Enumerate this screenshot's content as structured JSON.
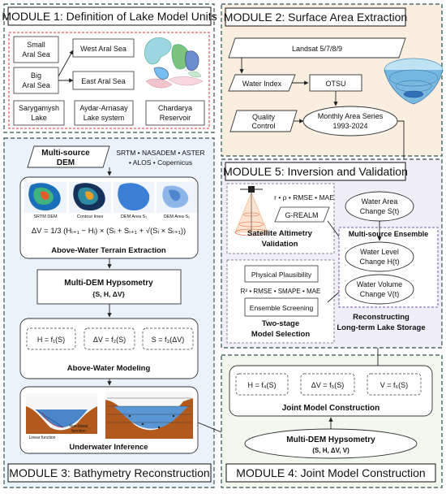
{
  "module1": {
    "title": "MODULE 1: Definition of Lake Model Units",
    "small_aral_1": "Small",
    "small_aral_2": "Aral Sea",
    "big_aral_1": "Big",
    "big_aral_2": "Aral Sea",
    "west_aral": "West Aral Sea",
    "east_aral": "East Aral Sea",
    "sarygamysh_1": "Sarygamysh",
    "sarygamysh_2": "Lake",
    "aydar_1": "Aydar-Arnasay",
    "aydar_2": "Lake  system",
    "chardarya_1": "Chardarya",
    "chardarya_2": "Reservoir"
  },
  "module2": {
    "title": "MODULE 2: Surface Area Extraction",
    "landsat": "Landsat 5/7/8/9",
    "water_index": "Water Index",
    "otsu": "OTSU",
    "quality_1": "Quality",
    "quality_2": "Control",
    "monthly_1": "Monthly Area Series",
    "monthly_2": "1993-2024"
  },
  "module3": {
    "title": "MODULE 3: Bathymetry Reconstruction",
    "dem_1": "Multi-source",
    "dem_2": "DEM",
    "dem_sources_1": "SRTM • NASADEM • ASTER",
    "dem_sources_2": "• ALOS • Copernicus",
    "img_srtm": "SRTM DEM",
    "img_contour": "Contour lines",
    "img_area1": "DEM Area S₁",
    "img_area2": "DEM Area S₂",
    "volume_formula": "ΔV = 1/3 (Hᵢ₊₁ − Hᵢ) × (Sᵢ + Sᵢ₊₁ + √(Sᵢ × Sᵢ₊₁))",
    "terrain": "Above-Water Terrain Extraction",
    "hyps_1": "Multi-DEM Hypsometry",
    "hyps_2": "{S, H, ΔV}",
    "f1": "H = f₁(S)",
    "f2": "ΔV = f₂(S)",
    "f3": "S = f₃(ΔV)",
    "above_model": "Above-Water Modeling",
    "linear": "Linear function",
    "nonlinear_1": "Non-linear",
    "nonlinear_2": "function",
    "underwater": "Underwater Inference"
  },
  "module4": {
    "title": "MODULE 4: Joint Model Construction",
    "f4": "H = f₄(S)",
    "f5": "ΔV = f₅(S)",
    "f6": "V = f₆(S)",
    "joint": "Joint Model Construction",
    "hyps_1": "Multi-DEM Hypsometry",
    "hyps_2": "(S, H, ΔV, V)"
  },
  "module5": {
    "title": "MODULE 5: Inversion and Validation",
    "metrics_1": "r • ρ • RMSE • MAE",
    "grealm": "G-REALM",
    "sat_1": "Satellite Altimetry",
    "sat_2": "Validation",
    "water_area_1": "Water Area",
    "water_area_2": "Change S(t)",
    "ensemble": "Multi-source Ensemble",
    "water_level_1": "Water Level",
    "water_level_2": "Change H(t)",
    "water_volume_1": "Water Volume",
    "water_volume_2": "Change V(t)",
    "physical": "Physical Plausibility",
    "metrics_2": "R² • RMSE • SMAPE • MAE",
    "screening": "Ensemble Screening",
    "two_stage_1": "Two-stage",
    "two_stage_2": "Model Selection",
    "recon_1": "Reconstructing",
    "recon_2": "Long-term Lake Storage"
  },
  "colors": {
    "module1_fill": "#ffffff",
    "module2_fill": "#faeee0",
    "module3_fill": "#eaf2fb",
    "module4_fill": "#f3f8ee",
    "module5_fill": "#f0eef8",
    "dashed_border": "#2f4f4f",
    "ensemble_border": "#7a55b5",
    "unit_border": "#e03030"
  }
}
